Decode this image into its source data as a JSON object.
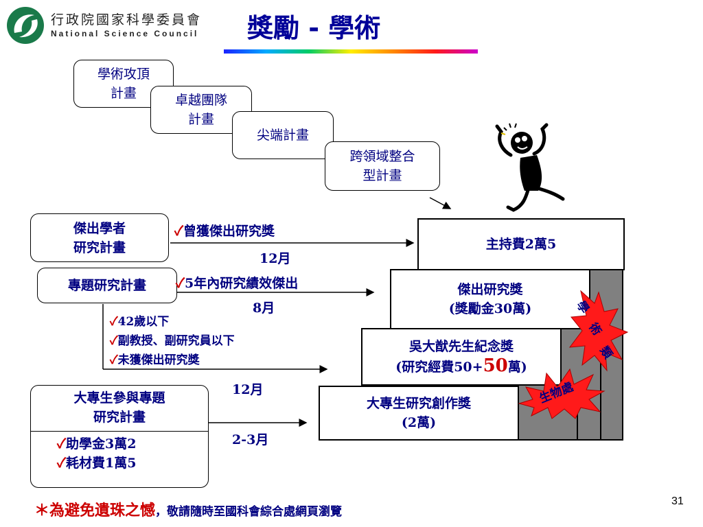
{
  "header": {
    "org_cn": "行政院國家科學委員會",
    "org_en": "National Science Council",
    "title": "獎勵 - 學術"
  },
  "plans": [
    {
      "line1": "學術攻頂",
      "line2": "計畫"
    },
    {
      "line1": "卓越團隊",
      "line2": "計畫"
    },
    {
      "line1": "尖端計畫",
      "line2": ""
    },
    {
      "line1": "跨領域整合",
      "line2": "型計畫"
    }
  ],
  "left_boxes": {
    "outstanding_scholar": {
      "line1": "傑出學者",
      "line2": "研究計畫"
    },
    "project": "專題研究計畫",
    "undergrad": {
      "line1": "大專生參與專題",
      "line2": "研究計畫",
      "item1": "助學金3萬2",
      "item2": "耗材費1萬5"
    }
  },
  "conditions": {
    "c1": "曾獲傑出研究獎",
    "c1_month": "12月",
    "c2": "5年內研究績效傑出",
    "c2_month": "8月",
    "c3": [
      "42歲以下",
      "副教授、副研究員以下",
      "未獲傑出研究獎"
    ],
    "c3_month": "12月",
    "c4_month": "2-3月",
    "check": "✓"
  },
  "steps": {
    "s1": "主持費2萬5",
    "s2_line1": "傑出研究獎",
    "s2_line2": "(獎勵金30萬)",
    "s3_line1": "吳大猷先生紀念獎",
    "s3_line2_pre": "(研究經費50+",
    "s3_line2_big": "50",
    "s3_line2_post": "萬)",
    "s4_line1": "大專生研究創作獎",
    "s4_line2": "(2萬)"
  },
  "bursts": {
    "academic": [
      "學",
      "術",
      "類"
    ],
    "bio": "生物處"
  },
  "footer": {
    "star": "＊",
    "red": "為避免遺珠之憾",
    "rest": "，敬請隨時至國科會綜合處網頁瀏覽",
    "page": "31"
  },
  "colors": {
    "text": "#000080",
    "accent_red": "#cc0000",
    "burst": "#ff1a1a",
    "step_shadow": "#808080"
  }
}
